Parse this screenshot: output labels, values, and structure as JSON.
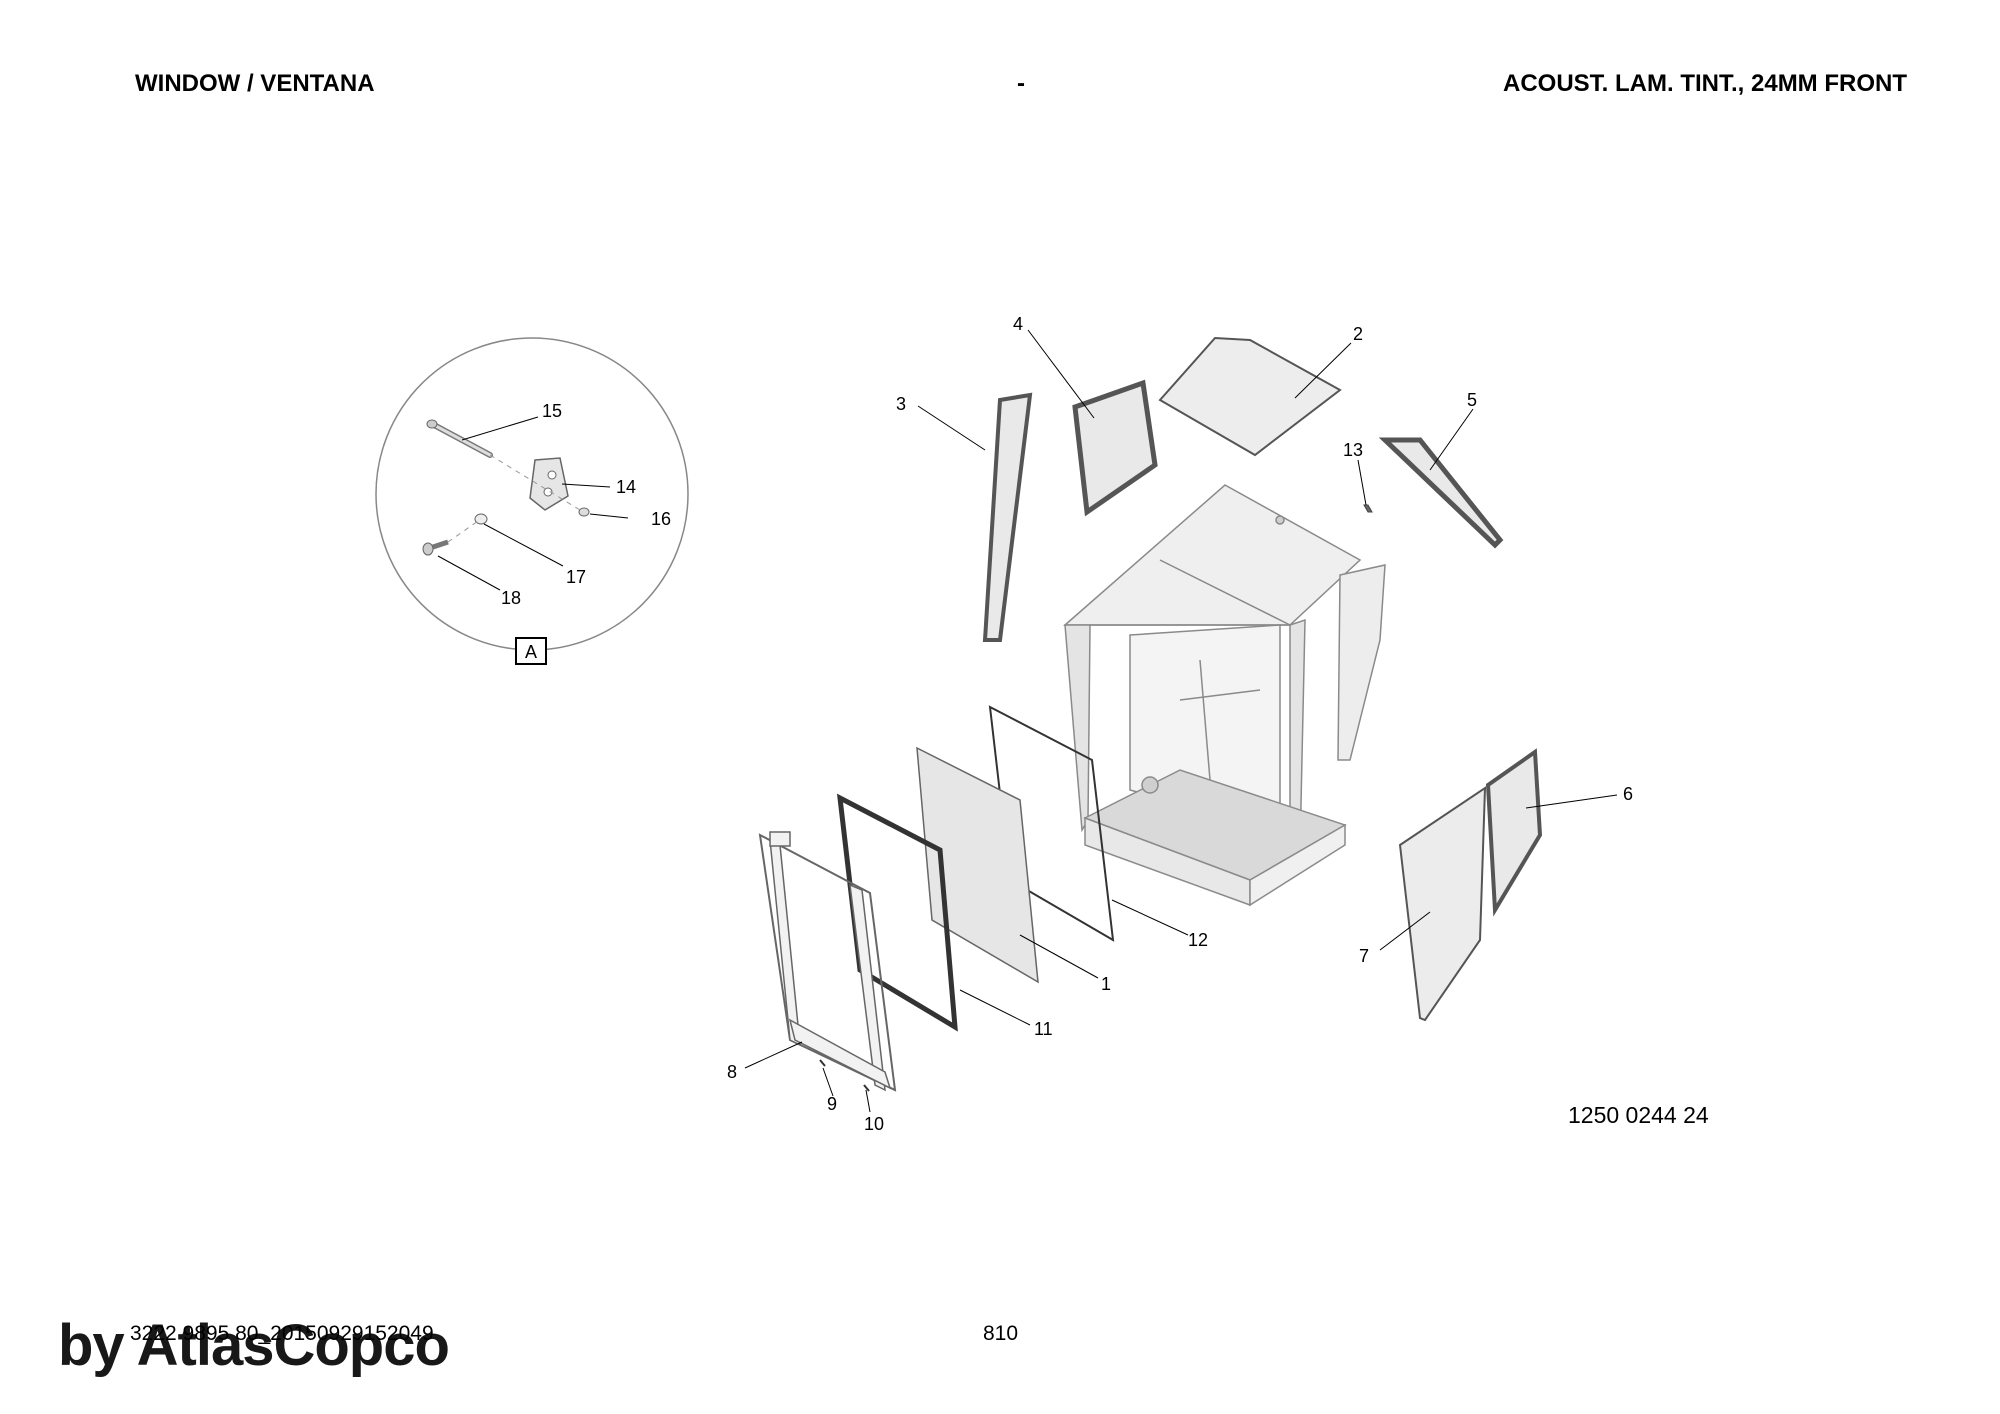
{
  "header": {
    "left": "WINDOW / VENTANA",
    "center": "-",
    "right": "ACOUST. LAM. TINT., 24MM FRONT"
  },
  "detail_label": "A",
  "callouts": {
    "c1": "1",
    "c2": "2",
    "c3": "3",
    "c4": "4",
    "c5": "5",
    "c6": "6",
    "c7": "7",
    "c8": "8",
    "c9": "9",
    "c10": "10",
    "c11": "11",
    "c12": "12",
    "c13": "13",
    "c14": "14",
    "c15": "15",
    "c16": "16",
    "c17": "17",
    "c18": "18"
  },
  "drawing_number": "1250 0244 24",
  "footer": {
    "left": "3222 9895 80_20150929152049",
    "page": "810"
  },
  "watermark": "by AtlasCopco"
}
